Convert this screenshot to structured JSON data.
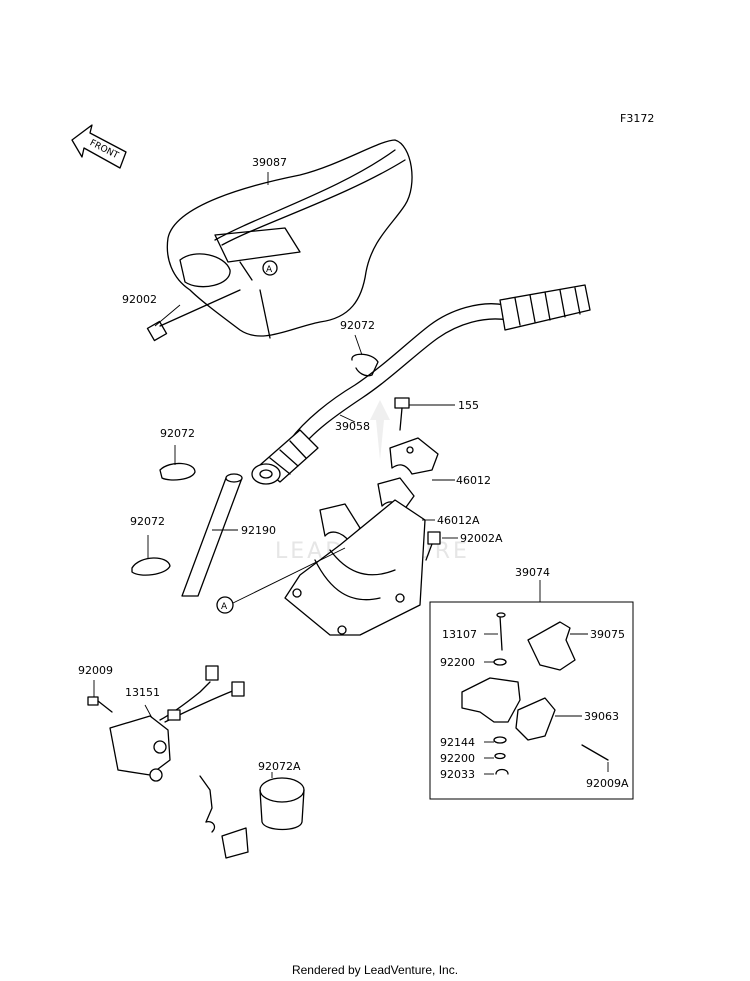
{
  "figure_code": "F3172",
  "front_label": "FRONT",
  "watermark": "LEADVENTURE",
  "callout_letter": "A",
  "footer": "Rendered by LeadVenture, Inc.",
  "parts": {
    "p39087": "39087",
    "p92002": "92002",
    "p92072_top": "92072",
    "p155": "155",
    "p92072_mid": "92072",
    "p39058": "39058",
    "p46012": "46012",
    "p92072_low": "92072",
    "p92190": "92190",
    "p46012A": "46012A",
    "p92002A": "92002A",
    "p39074": "39074",
    "p13107": "13107",
    "p39075": "39075",
    "p92200_a": "92200",
    "p92009": "92009",
    "p13151": "13151",
    "p39063": "39063",
    "p92144": "92144",
    "p92200_b": "92200",
    "p92072A": "92072A",
    "p92033": "92033",
    "p92009A": "92009A"
  }
}
